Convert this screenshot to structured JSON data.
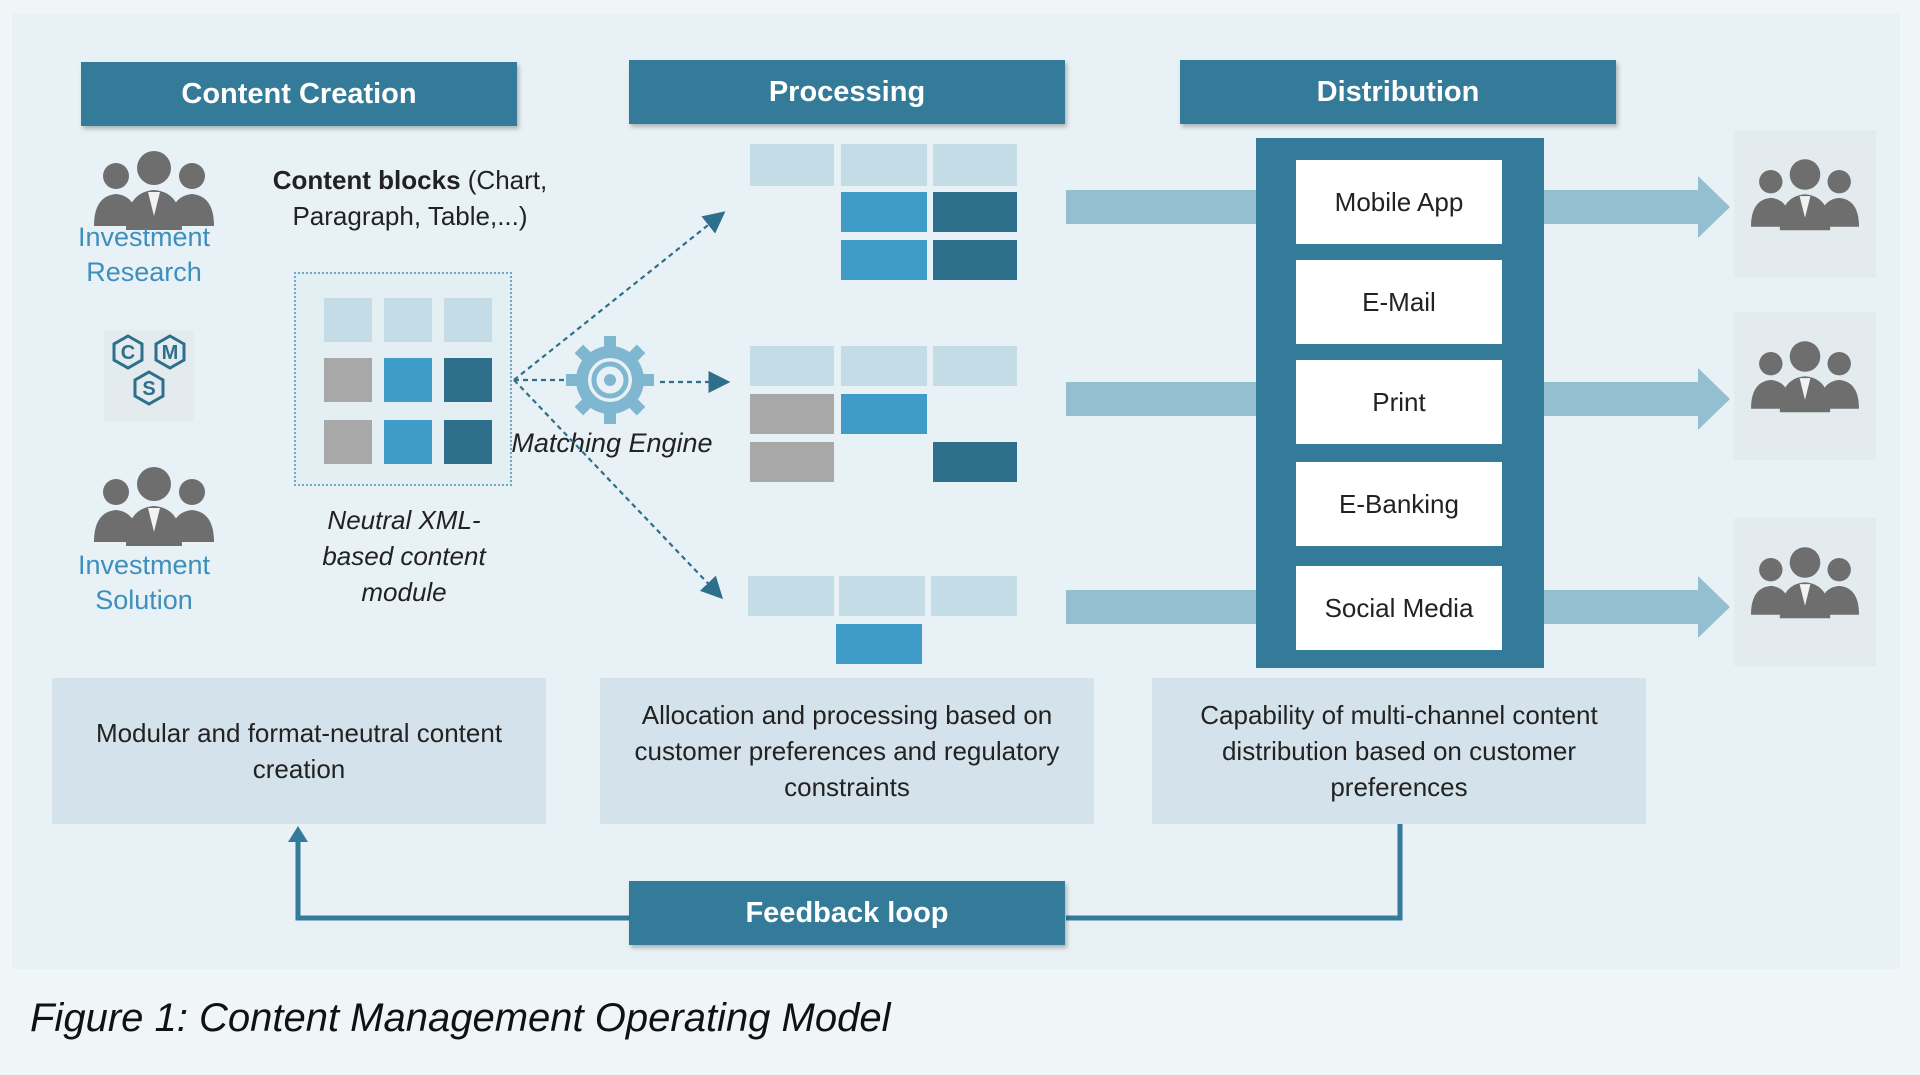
{
  "headers": {
    "content_creation": "Content Creation",
    "processing": "Processing",
    "distribution": "Distribution"
  },
  "left": {
    "investment_research": [
      "Investment",
      "Research"
    ],
    "cms_letters": [
      "C",
      "M",
      "S"
    ],
    "investment_solution": [
      "Investment",
      "Solution"
    ]
  },
  "content_blocks": {
    "bold": "Content blocks",
    "rest1": " (Chart,",
    "line2": "Paragraph, Table,...)"
  },
  "xml_module": [
    "Neutral XML-",
    "based content",
    "module"
  ],
  "matching_engine": "Matching Engine",
  "channels": [
    "Mobile App",
    "E-Mail",
    "Print",
    "E-Banking",
    "Social Media"
  ],
  "descriptions": {
    "creation": "Modular and format-neutral content creation",
    "processing": "Allocation and processing based on customer preferences and regulatory constraints",
    "distribution": "Capability of multi-channel content distribution based on customer preferences"
  },
  "feedback_loop": "Feedback loop",
  "caption": "Figure 1: Content Management Operating Model",
  "colors": {
    "header": "#347b9a",
    "tile_light": "#c3dce6",
    "tile_mid": "#3f9bc8",
    "tile_dark": "#2e6f8c",
    "tile_grey": "#a8a8a8",
    "arrow": "#93bfd1",
    "people": "#707070"
  }
}
